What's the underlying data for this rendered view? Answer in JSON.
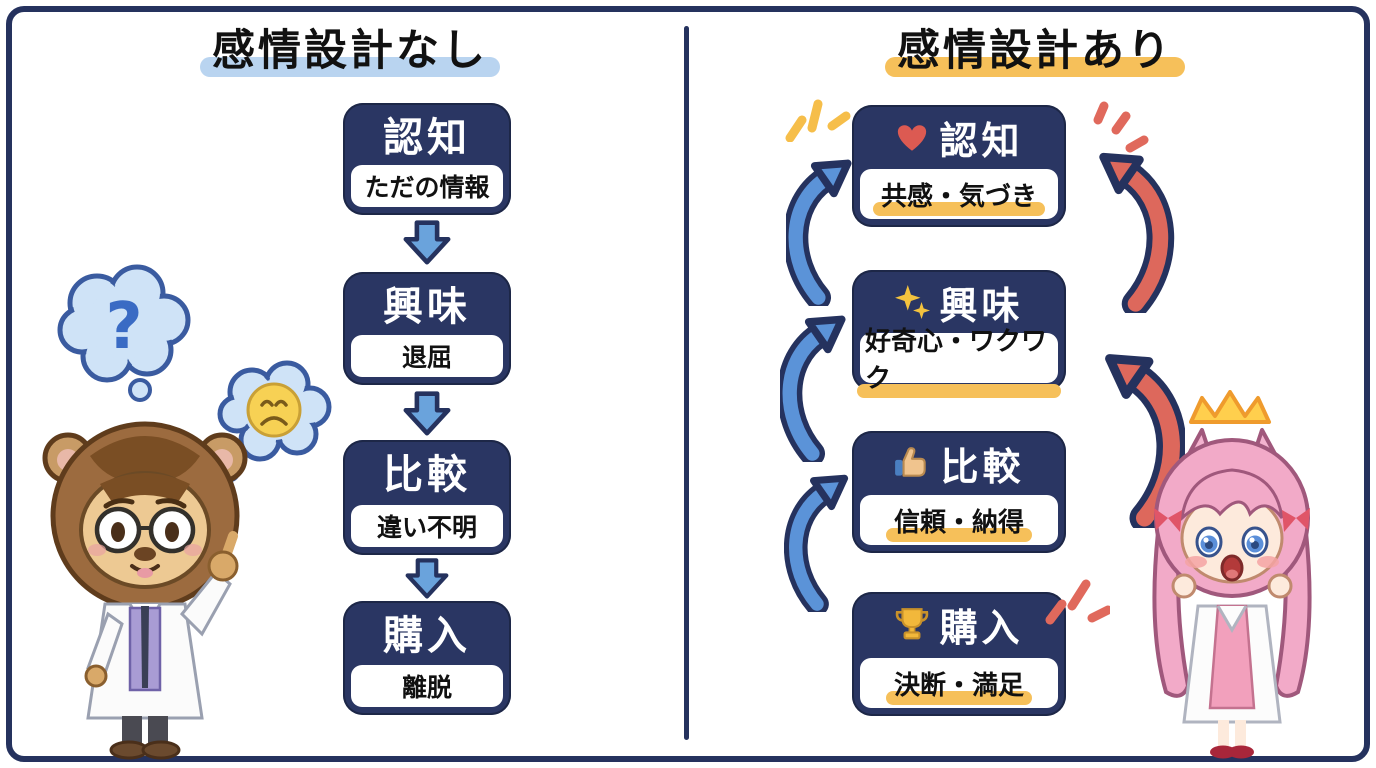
{
  "diagram": {
    "left_panel": {
      "title": "感情設計なし",
      "steps": [
        {
          "label": "認知",
          "sublabel": "ただの情報"
        },
        {
          "label": "興味",
          "sublabel": "退屈"
        },
        {
          "label": "比較",
          "sublabel": "違い不明"
        },
        {
          "label": "購入",
          "sublabel": "離脱"
        }
      ]
    },
    "right_panel": {
      "title": "感情設計あり",
      "steps": [
        {
          "icon": "heart-icon",
          "label": "認知",
          "sublabel": "共感・気づき"
        },
        {
          "icon": "sparkles-icon",
          "label": "興味",
          "sublabel": "好奇心・ワクワク"
        },
        {
          "icon": "thumbs-up-icon",
          "label": "比較",
          "sublabel": "信頼・納得"
        },
        {
          "icon": "trophy-icon",
          "label": "購入",
          "sublabel": "決断・満足"
        }
      ]
    },
    "characters": {
      "left": "lion-professor-mascot",
      "left_thought_bubbles": [
        "question-mark",
        "sad-face"
      ],
      "question_mark": "?",
      "right": "catgirl-assistant-mascot"
    },
    "colors": {
      "navy": "#25325e",
      "box_navy": "#2a3663",
      "blue_arrow": "#5b93d8",
      "light_blue_highlight": "#b9d4f0",
      "yellow_highlight": "#f6c05a",
      "coral_arrow": "#dd685c",
      "heart_red": "#dc5a52",
      "sparkle_yellow": "#f4c33e",
      "trophy_gold": "#f2b83b"
    }
  }
}
